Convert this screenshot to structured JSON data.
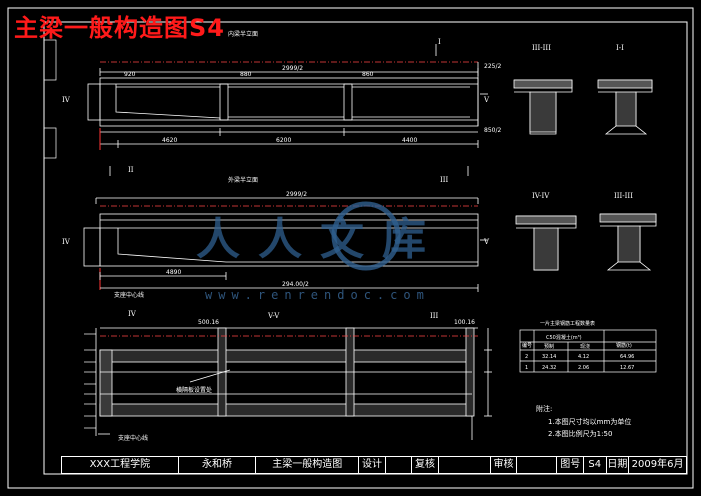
{
  "title_overlay": "主梁一般构造图S4",
  "watermark": {
    "cn": "人人文库",
    "url": "www.renrendoc.com"
  },
  "views": {
    "top_half_label": "内梁半立面",
    "bottom_half_label": "外梁半立面",
    "section_3": "III-III",
    "section_1": "I-I",
    "section_4": "IV-IV",
    "section_5": "V-V",
    "section_left": "II",
    "section_right": "I",
    "section_bot_right": "III",
    "section_V": "V",
    "section_IV": "IV",
    "support_label": "支座中心线",
    "support_label_bottom": "支座中心线",
    "diaphragm_label": "横隔板设置处"
  },
  "dims": {
    "top_total": "2999/2",
    "top_seg1": "920",
    "top_seg2": "880",
    "top_seg3": "860",
    "top_right_a": "225/2",
    "top_right_b": "850/2",
    "top_bot1": "4620",
    "top_bot2": "6200",
    "top_bot3": "4400",
    "mid_total": "2999/2",
    "mid_span": "4890",
    "mid_bottom": "294.00/2",
    "v_dim1": "100.16",
    "v_dim2": "500.16"
  },
  "table": {
    "title": "一片主梁钢筋工程数量表",
    "header": [
      "编号",
      "C50混凝土(m³)",
      "",
      "钢筋(t)"
    ],
    "subheader": [
      "",
      "预制",
      "现浇",
      ""
    ],
    "rows": [
      [
        "2",
        "32.14",
        "4.12",
        "64.96"
      ],
      [
        "1",
        "24.32",
        "2.06",
        "12.67"
      ]
    ]
  },
  "notes": {
    "heading": "附注:",
    "items": [
      "1.本图尺寸均以mm为单位",
      "2.本图比例尺为1:50"
    ]
  },
  "title_block": {
    "school": "XXX工程学院",
    "project": "永和桥",
    "drawing": "主梁一般构造图",
    "design": "设计",
    "check": "复核",
    "review": "审核",
    "fig_no_label": "图号",
    "fig_no": "S4",
    "date_label": "日期",
    "date": "2009年6月"
  }
}
